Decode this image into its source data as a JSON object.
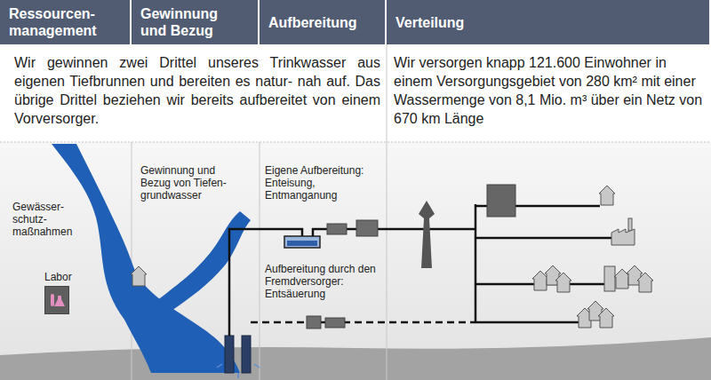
{
  "diagram": {
    "nodes": [
      {
        "text": [
          "Ressourcen- management"
        ]
      },
      {
        "text": [
          "Gewinnung und Bezug"
        ]
      },
      {
        "text": [
          "Aufbereitung"
        ]
      },
      {
        "text": [
          "Verteilung"
        ]
      },
      {
        "text": [
          "Labor"
        ]
      }
    ],
    "labels": [
      "Wir gewinnen zwei Drittel unseres Trinkwasser aus eigenen Tiefbrunnen und bereiten es natur- nah auf. Das übrige Drittel beziehen wir bereits aufbereitet von einem Vorversorger.",
      "Wir versorgen knapp 121.600 Einwohner in einem Versorgungsgebiet von 280 km² mit einer Wassermenge von 8,1 Mio. m³ über ein Netz von 670 km Länge",
      "Gewässer- schutz- maßnahmen",
      "Gewinnung und Bezug von Tiefen- grundwasser",
      "Eigene Aufbereitung: Enteisung, Entmanganung",
      "Aufbereitung durch den Fremdversorger: Entsäuerung"
    ]
  }
}
